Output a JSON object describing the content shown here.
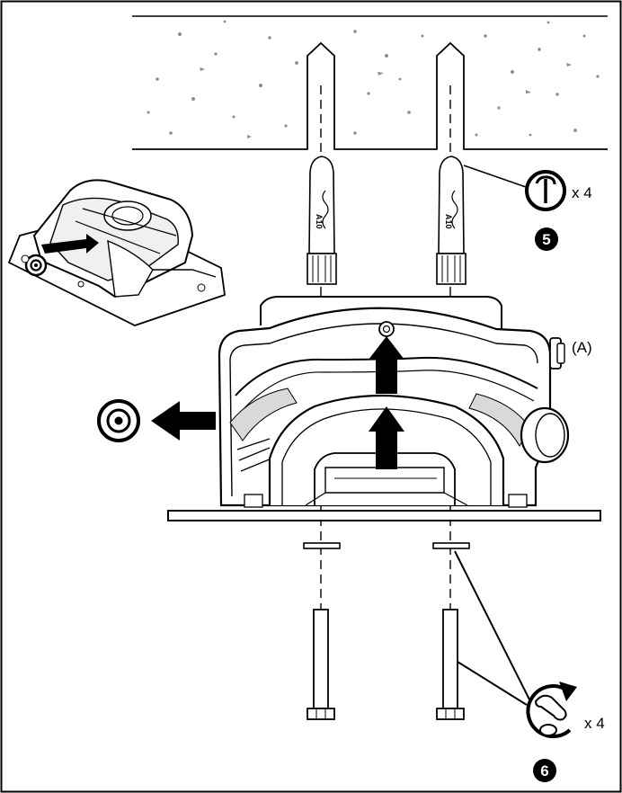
{
  "labels": {
    "qty_anchor": "x 4",
    "qty_screw": "x 4",
    "step_anchor": "5",
    "step_screw": "6",
    "part_a": "(A)",
    "anchor_marking": "A10"
  },
  "icons": {
    "drill": "hammer-drill-icon",
    "wrench": "wrench-tighten-icon",
    "remove": "remove-cap-icon"
  },
  "colors": {
    "line": "#000000",
    "concrete_speckle": "#8c8c8c",
    "shading": "#d9d9d9"
  }
}
